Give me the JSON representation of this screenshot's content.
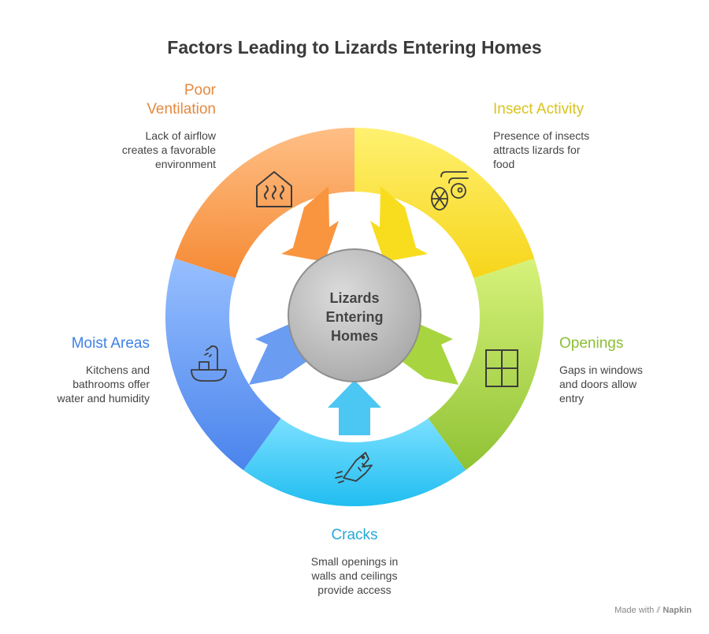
{
  "title": "Factors Leading to Lizards Entering Homes",
  "center": {
    "lines": [
      "Lizards",
      "Entering",
      "Homes"
    ]
  },
  "factors": [
    {
      "title": "Poor Ventilation",
      "title_lines": [
        "Poor",
        "Ventilation"
      ],
      "description_lines": [
        "Lack of airflow",
        "creates a favorable",
        "environment"
      ],
      "color": "#f08a3c",
      "icon": "house-heat-icon"
    },
    {
      "title": "Insect Activity",
      "title_lines": [
        "Insect Activity"
      ],
      "description_lines": [
        "Presence of insects",
        "attracts lizards for",
        "food"
      ],
      "color": "#e5d21d",
      "icon": "insects-icon"
    },
    {
      "title": "Openings",
      "title_lines": [
        "Openings"
      ],
      "description_lines": [
        "Gaps in windows",
        "and doors allow",
        "entry"
      ],
      "color": "#8cbf34",
      "icon": "window-icon"
    },
    {
      "title": "Cracks",
      "title_lines": [
        "Cracks"
      ],
      "description_lines": [
        "Small openings in",
        "walls and ceilings",
        "provide access"
      ],
      "color": "#27a7d6",
      "icon": "crocodile-icon"
    },
    {
      "title": "Moist Areas",
      "title_lines": [
        "Moist Areas"
      ],
      "description_lines": [
        "Kitchens and",
        "bathrooms offer",
        "water and humidity"
      ],
      "color": "#3f80e6",
      "icon": "bath-shower-icon"
    }
  ],
  "footer": {
    "made_with": "Made with",
    "brand": "Napkin"
  }
}
